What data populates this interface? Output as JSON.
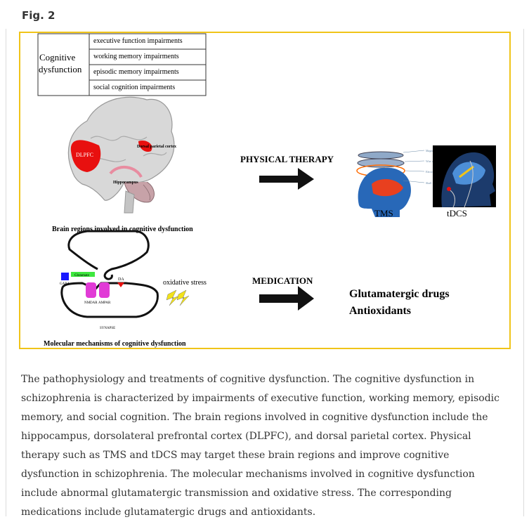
{
  "figure": {
    "label": "Fig. 2",
    "cognitive_label_line1": "Cognitive",
    "cognitive_label_line2": "dysfunction",
    "impairments": [
      "executive function impairments",
      "working memory impairments",
      "episodic memory impairments",
      "social cognition impairments"
    ],
    "brain": {
      "dlpfc": "DLPFC",
      "parietal": "Dorsal parietal cortex",
      "hippocampus": "Hippocampus",
      "caption": "Brain regions involved in cognitive dysfunction"
    },
    "physical_therapy": "PHYSICAL THERAPY",
    "tms": "TMS",
    "tdcs": "tDCS",
    "coil_labels": [
      "Magnetic Field",
      "Wire coil",
      "Electric Current",
      "Skull"
    ],
    "synapse": {
      "gaba": "GABA",
      "glutamate": "Glutamate",
      "da": "DA",
      "nmdar": "NMDAR",
      "ampar": "AMPAR",
      "oxidative": "oxidative stress",
      "synapse_label": "SYNAPSE",
      "caption": "Molecular mechanisms of cognitive dysfunction"
    },
    "medication": "MEDICATION",
    "drugs_line1": "Glutamatergic drugs",
    "drugs_line2": "Antioxidants"
  },
  "caption": "The pathophysiology and treatments of cognitive dysfunction. The cognitive dysfunction in schizophrenia is characterized by impairments of executive function, working memory, episodic memory, and social cognition. The brain regions involved in cognitive dysfunction include the hippocampus, dorsolateral prefrontal cortex (DLPFC), and dorsal parietal cortex. Physical therapy such as TMS and tDCS may target these brain regions and improve cognitive dysfunction in schizophrenia. The molecular mechanisms involved in cognitive dysfunction include abnormal glutamatergic transmission and oxidative stress. The corresponding medications include glutamatergic drugs and antioxidants.",
  "colors": {
    "frame": "#f0c419",
    "dlpfc": "#e8100f",
    "receptor": "#e13bd6",
    "gaba": "#1a1aff",
    "glutamate": "#3ee83e",
    "bolt": "#f2e21a"
  }
}
